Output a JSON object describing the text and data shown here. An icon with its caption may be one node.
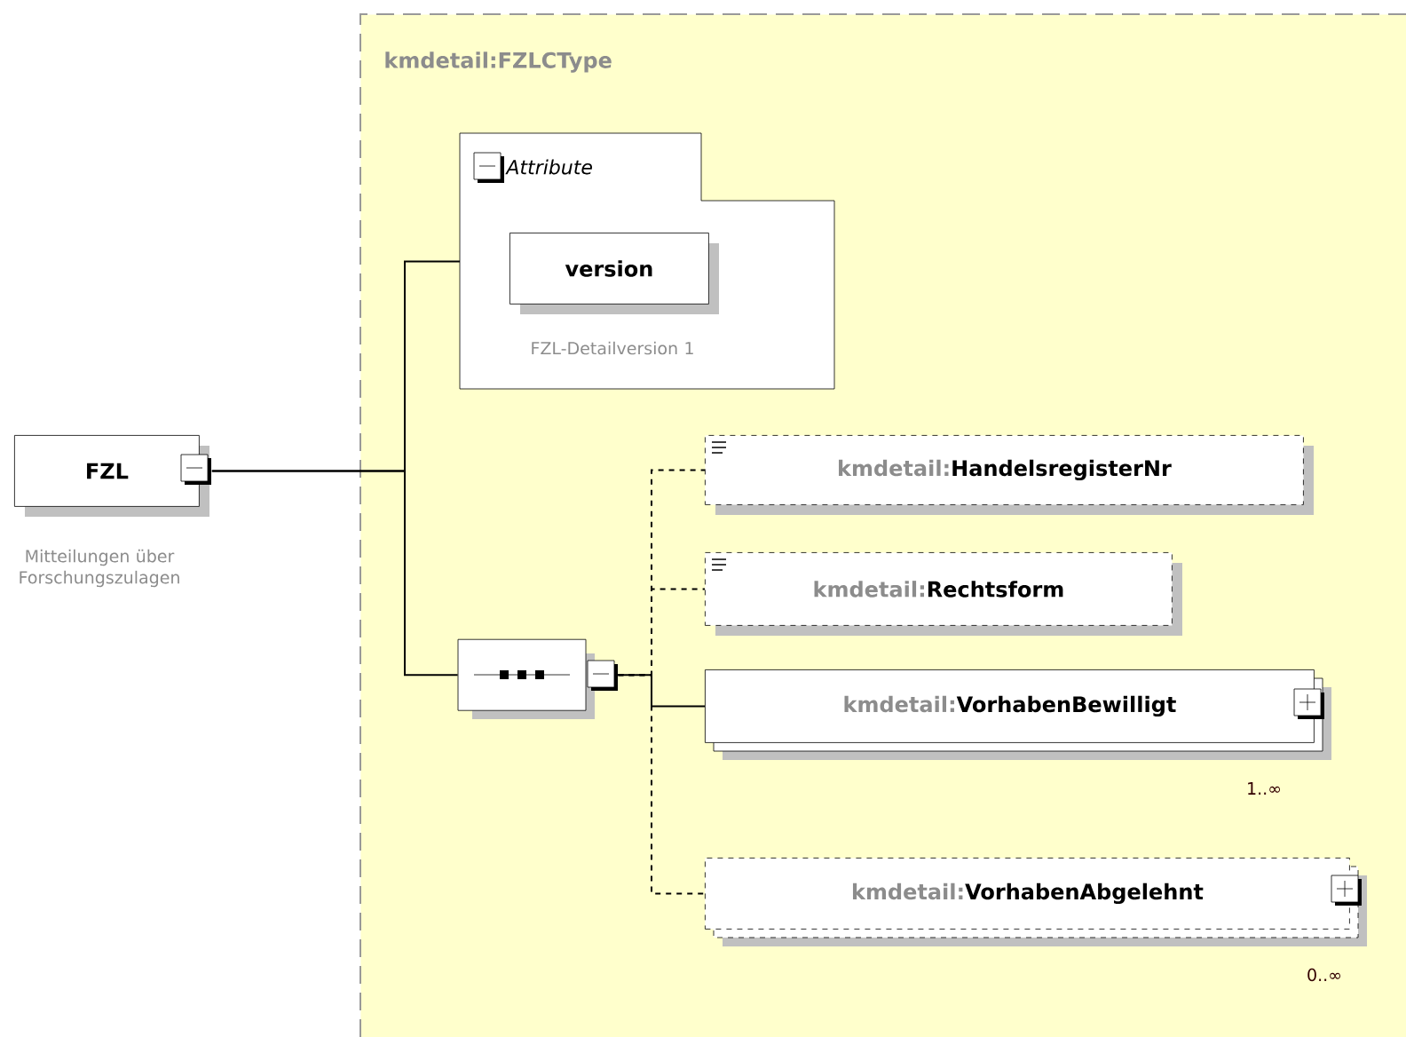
{
  "diagram": {
    "nodes": [
      {
        "text": [
          "kmdetail:FZLCType"
        ]
      },
      {
        "text": [
          "FZL"
        ],
        "beside": [
          "Mitteilungen über Forschungszulagen"
        ]
      },
      {
        "text": [
          "Attribute"
        ],
        "in": 0
      },
      {
        "text": [
          "version"
        ],
        "beside": [
          "FZL-Detailversion 1"
        ],
        "in": 2
      },
      {
        "text": [],
        "shape": "octagon",
        "in": 0
      },
      {
        "text": [
          "kmdetail:**HandelsregisterNr**"
        ],
        "in": 0
      },
      {
        "text": [
          "kmdetail:**Rechtsform**"
        ],
        "in": 0
      },
      {
        "text": [
          "kmdetail:**VorhabenBewilligt**"
        ],
        "beside": [
          "1..∞"
        ],
        "in": 0
      },
      {
        "text": [
          "kmdetail:**VorhabenAbgelehnt**"
        ],
        "beside": [
          "0..∞"
        ],
        "in": 0
      }
    ],
    "edges": [
      {
        "from": 1,
        "to": 2,
        "arrow": "none"
      },
      {
        "from": 1,
        "to": 4,
        "arrow": "none"
      },
      {
        "from": 4,
        "to": 5,
        "arrow": "none",
        "style": "dashed"
      },
      {
        "from": 4,
        "to": 6,
        "arrow": "none",
        "style": "dashed"
      },
      {
        "from": 4,
        "to": 7,
        "arrow": "none"
      },
      {
        "from": 4,
        "to": 8,
        "arrow": "none",
        "style": "dashed"
      }
    ]
  }
}
